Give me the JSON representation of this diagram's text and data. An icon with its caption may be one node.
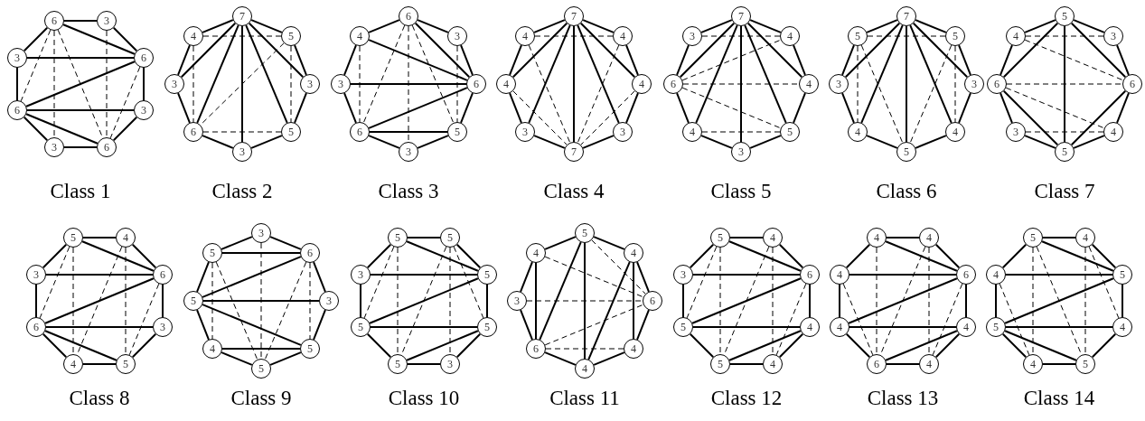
{
  "diagram": {
    "nodes": [
      {
        "text": [
          "6"
        ]
      },
      {
        "text": [
          "3"
        ]
      },
      {
        "text": [
          "6"
        ]
      },
      {
        "text": [
          "3"
        ]
      },
      {
        "text": [
          "6"
        ]
      },
      {
        "text": [
          "3"
        ]
      },
      {
        "text": [
          "6"
        ]
      },
      {
        "text": [
          "3"
        ]
      },
      {
        "text": [
          "7"
        ]
      },
      {
        "text": [
          "5"
        ]
      },
      {
        "text": [
          "3"
        ]
      },
      {
        "text": [
          "5"
        ]
      },
      {
        "text": [
          "3"
        ]
      },
      {
        "text": [
          "6"
        ]
      },
      {
        "text": [
          "3"
        ]
      },
      {
        "text": [
          "4"
        ]
      },
      {
        "text": [
          "6"
        ]
      },
      {
        "text": [
          "3"
        ]
      },
      {
        "text": [
          "6"
        ]
      },
      {
        "text": [
          "5"
        ]
      },
      {
        "text": [
          "3"
        ]
      },
      {
        "text": [
          "6"
        ]
      },
      {
        "text": [
          "3"
        ]
      },
      {
        "text": [
          "4"
        ]
      },
      {
        "text": [
          "7"
        ]
      },
      {
        "text": [
          "4"
        ]
      },
      {
        "text": [
          "4"
        ]
      },
      {
        "text": [
          "3"
        ]
      },
      {
        "text": [
          "7"
        ]
      },
      {
        "text": [
          "3"
        ]
      },
      {
        "text": [
          "4"
        ]
      },
      {
        "text": [
          "4"
        ]
      },
      {
        "text": [
          "7"
        ]
      },
      {
        "text": [
          "4"
        ]
      },
      {
        "text": [
          "4"
        ]
      },
      {
        "text": [
          "5"
        ]
      },
      {
        "text": [
          "3"
        ]
      },
      {
        "text": [
          "4"
        ]
      },
      {
        "text": [
          "6"
        ]
      },
      {
        "text": [
          "3"
        ]
      },
      {
        "text": [
          "7"
        ]
      },
      {
        "text": [
          "5"
        ]
      },
      {
        "text": [
          "3"
        ]
      },
      {
        "text": [
          "4"
        ]
      },
      {
        "text": [
          "5"
        ]
      },
      {
        "text": [
          "4"
        ]
      },
      {
        "text": [
          "3"
        ]
      },
      {
        "text": [
          "5"
        ]
      },
      {
        "text": [
          "5"
        ]
      },
      {
        "text": [
          "3"
        ]
      },
      {
        "text": [
          "6"
        ]
      },
      {
        "text": [
          "4"
        ]
      },
      {
        "text": [
          "5"
        ]
      },
      {
        "text": [
          "3"
        ]
      },
      {
        "text": [
          "6"
        ]
      },
      {
        "text": [
          "4"
        ]
      },
      {
        "text": [
          "5"
        ]
      },
      {
        "text": [
          "4"
        ]
      },
      {
        "text": [
          "6"
        ]
      },
      {
        "text": [
          "3"
        ]
      },
      {
        "text": [
          "5"
        ]
      },
      {
        "text": [
          "4"
        ]
      },
      {
        "text": [
          "6"
        ]
      },
      {
        "text": [
          "3"
        ]
      },
      {
        "text": [
          "3"
        ]
      },
      {
        "text": [
          "6"
        ]
      },
      {
        "text": [
          "3"
        ]
      },
      {
        "text": [
          "5"
        ]
      },
      {
        "text": [
          "5"
        ]
      },
      {
        "text": [
          "4"
        ]
      },
      {
        "text": [
          "5"
        ]
      },
      {
        "text": [
          "5"
        ]
      },
      {
        "text": [
          "5"
        ]
      },
      {
        "text": [
          "5"
        ]
      },
      {
        "text": [
          "5"
        ]
      },
      {
        "text": [
          "5"
        ]
      },
      {
        "text": [
          "3"
        ]
      },
      {
        "text": [
          "5"
        ]
      },
      {
        "text": [
          "5"
        ]
      },
      {
        "text": [
          "3"
        ]
      },
      {
        "text": [
          "5"
        ]
      },
      {
        "text": [
          "4"
        ]
      },
      {
        "text": [
          "6"
        ]
      },
      {
        "text": [
          "4"
        ]
      },
      {
        "text": [
          "4"
        ]
      },
      {
        "text": [
          "6"
        ]
      },
      {
        "text": [
          "3"
        ]
      },
      {
        "text": [
          "4"
        ]
      },
      {
        "text": [
          "5"
        ]
      },
      {
        "text": [
          "4"
        ]
      },
      {
        "text": [
          "6"
        ]
      },
      {
        "text": [
          "4"
        ]
      },
      {
        "text": [
          "4"
        ]
      },
      {
        "text": [
          "5"
        ]
      },
      {
        "text": [
          "5"
        ]
      },
      {
        "text": [
          "3"
        ]
      },
      {
        "text": [
          "4"
        ]
      },
      {
        "text": [
          "4"
        ]
      },
      {
        "text": [
          "6"
        ]
      },
      {
        "text": [
          "4"
        ]
      },
      {
        "text": [
          "4"
        ]
      },
      {
        "text": [
          "6"
        ]
      },
      {
        "text": [
          "4"
        ]
      },
      {
        "text": [
          "4"
        ]
      },
      {
        "text": [
          "5"
        ]
      },
      {
        "text": [
          "4"
        ]
      },
      {
        "text": [
          "5"
        ]
      },
      {
        "text": [
          "4"
        ]
      },
      {
        "text": [
          "5"
        ]
      },
      {
        "text": [
          "4"
        ]
      },
      {
        "text": [
          "5"
        ]
      },
      {
        "text": [
          "4"
        ]
      }
    ],
    "edges": [
      {
        "from": 0,
        "to": 1,
        "arrow": "none"
      },
      {
        "from": 1,
        "to": 2,
        "arrow": "none"
      },
      {
        "from": 2,
        "to": 3,
        "arrow": "none"
      },
      {
        "from": 3,
        "to": 4,
        "arrow": "none"
      },
      {
        "from": 4,
        "to": 5,
        "arrow": "none"
      },
      {
        "from": 5,
        "to": 6,
        "arrow": "none"
      },
      {
        "from": 6,
        "to": 7,
        "arrow": "none"
      },
      {
        "from": 7,
        "to": 0,
        "arrow": "none"
      },
      {
        "from": 0,
        "to": 2,
        "arrow": "none"
      },
      {
        "from": 7,
        "to": 2,
        "arrow": "none"
      },
      {
        "from": 6,
        "to": 2,
        "arrow": "none"
      },
      {
        "from": 6,
        "to": 3,
        "arrow": "none"
      },
      {
        "from": 6,
        "to": 4,
        "arrow": "none"
      },
      {
        "from": 0,
        "to": 6,
        "arrow": "none",
        "style": "dashed"
      },
      {
        "from": 0,
        "to": 5,
        "arrow": "none",
        "style": "dashed"
      },
      {
        "from": 0,
        "to": 4,
        "arrow": "none",
        "style": "dashed"
      },
      {
        "from": 1,
        "to": 4,
        "arrow": "none",
        "style": "dashed"
      },
      {
        "from": 2,
        "to": 4,
        "arrow": "none",
        "style": "dashed"
      },
      {
        "from": 8,
        "to": 9,
        "arrow": "none"
      },
      {
        "from": 9,
        "to": 10,
        "arrow": "none"
      },
      {
        "from": 10,
        "to": 11,
        "arrow": "none"
      },
      {
        "from": 11,
        "to": 12,
        "arrow": "none"
      },
      {
        "from": 12,
        "to": 13,
        "arrow": "none"
      },
      {
        "from": 13,
        "to": 14,
        "arrow": "none"
      },
      {
        "from": 14,
        "to": 15,
        "arrow": "none"
      },
      {
        "from": 15,
        "to": 8,
        "arrow": "none"
      },
      {
        "from": 8,
        "to": 10,
        "arrow": "none"
      },
      {
        "from": 8,
        "to": 11,
        "arrow": "none"
      },
      {
        "from": 8,
        "to": 12,
        "arrow": "none"
      },
      {
        "from": 8,
        "to": 13,
        "arrow": "none"
      },
      {
        "from": 8,
        "to": 14,
        "arrow": "none"
      },
      {
        "from": 15,
        "to": 9,
        "arrow": "none",
        "style": "dashed"
      },
      {
        "from": 15,
        "to": 13,
        "arrow": "none",
        "style": "dashed"
      },
      {
        "from": 9,
        "to": 11,
        "arrow": "none",
        "style": "dashed"
      },
      {
        "from": 9,
        "to": 13,
        "arrow": "none",
        "style": "dashed"
      },
      {
        "from": 13,
        "to": 11,
        "arrow": "none",
        "style": "dashed"
      },
      {
        "from": 16,
        "to": 17,
        "arrow": "none"
      },
      {
        "from": 17,
        "to": 18,
        "arrow": "none"
      },
      {
        "from": 18,
        "to": 19,
        "arrow": "none"
      },
      {
        "from": 19,
        "to": 20,
        "arrow": "none"
      },
      {
        "from": 20,
        "to": 21,
        "arrow": "none"
      },
      {
        "from": 21,
        "to": 22,
        "arrow": "none"
      },
      {
        "from": 22,
        "to": 23,
        "arrow": "none"
      },
      {
        "from": 23,
        "to": 16,
        "arrow": "none"
      },
      {
        "from": 16,
        "to": 18,
        "arrow": "none"
      },
      {
        "from": 23,
        "to": 18,
        "arrow": "none"
      },
      {
        "from": 22,
        "to": 18,
        "arrow": "none"
      },
      {
        "from": 21,
        "to": 18,
        "arrow": "none"
      },
      {
        "from": 21,
        "to": 19,
        "arrow": "none"
      },
      {
        "from": 23,
        "to": 21,
        "arrow": "none",
        "style": "dashed"
      },
      {
        "from": 16,
        "to": 21,
        "arrow": "none",
        "style": "dashed"
      },
      {
        "from": 16,
        "to": 20,
        "arrow": "none",
        "style": "dashed"
      },
      {
        "from": 16,
        "to": 19,
        "arrow": "none",
        "style": "dashed"
      },
      {
        "from": 17,
        "to": 19,
        "arrow": "none",
        "style": "dashed"
      },
      {
        "from": 24,
        "to": 25,
        "arrow": "none"
      },
      {
        "from": 25,
        "to": 26,
        "arrow": "none"
      },
      {
        "from": 26,
        "to": 27,
        "arrow": "none"
      },
      {
        "from": 27,
        "to": 28,
        "arrow": "none"
      },
      {
        "from": 28,
        "to": 29,
        "arrow": "none"
      },
      {
        "from": 29,
        "to": 30,
        "arrow": "none"
      },
      {
        "from": 30,
        "to": 31,
        "arrow": "none"
      },
      {
        "from": 31,
        "to": 24,
        "arrow": "none"
      },
      {
        "from": 24,
        "to": 30,
        "arrow": "none"
      },
      {
        "from": 24,
        "to": 29,
        "arrow": "none"
      },
      {
        "from": 24,
        "to": 28,
        "arrow": "none"
      },
      {
        "from": 24,
        "to": 27,
        "arrow": "none"
      },
      {
        "from": 24,
        "to": 26,
        "arrow": "none"
      },
      {
        "from": 31,
        "to": 25,
        "arrow": "none",
        "style": "dashed"
      },
      {
        "from": 31,
        "to": 28,
        "arrow": "none",
        "style": "dashed"
      },
      {
        "from": 30,
        "to": 28,
        "arrow": "none",
        "style": "dashed"
      },
      {
        "from": 25,
        "to": 28,
        "arrow": "none",
        "style": "dashed"
      },
      {
        "from": 26,
        "to": 28,
        "arrow": "none",
        "style": "dashed"
      },
      {
        "from": 32,
        "to": 33,
        "arrow": "none"
      },
      {
        "from": 33,
        "to": 34,
        "arrow": "none"
      },
      {
        "from": 34,
        "to": 35,
        "arrow": "none"
      },
      {
        "from": 35,
        "to": 36,
        "arrow": "none"
      },
      {
        "from": 36,
        "to": 37,
        "arrow": "none"
      },
      {
        "from": 37,
        "to": 38,
        "arrow": "none"
      },
      {
        "from": 38,
        "to": 39,
        "arrow": "none"
      },
      {
        "from": 39,
        "to": 32,
        "arrow": "none"
      },
      {
        "from": 32,
        "to": 38,
        "arrow": "none"
      },
      {
        "from": 32,
        "to": 37,
        "arrow": "none"
      },
      {
        "from": 32,
        "to": 36,
        "arrow": "none"
      },
      {
        "from": 32,
        "to": 35,
        "arrow": "none"
      },
      {
        "from": 32,
        "to": 34,
        "arrow": "none"
      },
      {
        "from": 39,
        "to": 33,
        "arrow": "none",
        "style": "dashed"
      },
      {
        "from": 38,
        "to": 33,
        "arrow": "none",
        "style": "dashed"
      },
      {
        "from": 38,
        "to": 34,
        "arrow": "none",
        "style": "dashed"
      },
      {
        "from": 38,
        "to": 35,
        "arrow": "none",
        "style": "dashed"
      },
      {
        "from": 37,
        "to": 35,
        "arrow": "none",
        "style": "dashed"
      },
      {
        "from": 40,
        "to": 41,
        "arrow": "none"
      },
      {
        "from": 41,
        "to": 42,
        "arrow": "none"
      },
      {
        "from": 42,
        "to": 43,
        "arrow": "none"
      },
      {
        "from": 43,
        "to": 44,
        "arrow": "none"
      },
      {
        "from": 44,
        "to": 45,
        "arrow": "none"
      },
      {
        "from": 45,
        "to": 46,
        "arrow": "none"
      },
      {
        "from": 46,
        "to": 47,
        "arrow": "none"
      },
      {
        "from": 47,
        "to": 40,
        "arrow": "none"
      },
      {
        "from": 40,
        "to": 46,
        "arrow": "none"
      },
      {
        "from": 40,
        "to": 45,
        "arrow": "none"
      },
      {
        "from": 40,
        "to": 44,
        "arrow": "none"
      },
      {
        "from": 40,
        "to": 43,
        "arrow": "none"
      },
      {
        "from": 40,
        "to": 42,
        "arrow": "none"
      },
      {
        "from": 47,
        "to": 41,
        "arrow": "none",
        "style": "dashed"
      },
      {
        "from": 47,
        "to": 45,
        "arrow": "none",
        "style": "dashed"
      },
      {
        "from": 47,
        "to": 44,
        "arrow": "none",
        "style": "dashed"
      },
      {
        "from": 41,
        "to": 44,
        "arrow": "none",
        "style": "dashed"
      },
      {
        "from": 41,
        "to": 43,
        "arrow": "none",
        "style": "dashed"
      },
      {
        "from": 48,
        "to": 49,
        "arrow": "none"
      },
      {
        "from": 49,
        "to": 50,
        "arrow": "none"
      },
      {
        "from": 50,
        "to": 51,
        "arrow": "none"
      },
      {
        "from": 51,
        "to": 52,
        "arrow": "none"
      },
      {
        "from": 52,
        "to": 53,
        "arrow": "none"
      },
      {
        "from": 53,
        "to": 54,
        "arrow": "none"
      },
      {
        "from": 54,
        "to": 55,
        "arrow": "none"
      },
      {
        "from": 55,
        "to": 48,
        "arrow": "none"
      },
      {
        "from": 48,
        "to": 54,
        "arrow": "none"
      },
      {
        "from": 48,
        "to": 52,
        "arrow": "none"
      },
      {
        "from": 54,
        "to": 52,
        "arrow": "none"
      },
      {
        "from": 50,
        "to": 52,
        "arrow": "none"
      },
      {
        "from": 48,
        "to": 50,
        "arrow": "none"
      },
      {
        "from": 55,
        "to": 49,
        "arrow": "none",
        "style": "dashed"
      },
      {
        "from": 55,
        "to": 50,
        "arrow": "none",
        "style": "dashed"
      },
      {
        "from": 54,
        "to": 50,
        "arrow": "none",
        "style": "dashed"
      },
      {
        "from": 54,
        "to": 51,
        "arrow": "none",
        "style": "dashed"
      },
      {
        "from": 53,
        "to": 51,
        "arrow": "none",
        "style": "dashed"
      },
      {
        "from": 56,
        "to": 57,
        "arrow": "none"
      },
      {
        "from": 57,
        "to": 58,
        "arrow": "none"
      },
      {
        "from": 58,
        "to": 59,
        "arrow": "none"
      },
      {
        "from": 59,
        "to": 60,
        "arrow": "none"
      },
      {
        "from": 60,
        "to": 61,
        "arrow": "none"
      },
      {
        "from": 61,
        "to": 62,
        "arrow": "none"
      },
      {
        "from": 62,
        "to": 63,
        "arrow": "none"
      },
      {
        "from": 63,
        "to": 56,
        "arrow": "none"
      },
      {
        "from": 56,
        "to": 58,
        "arrow": "none"
      },
      {
        "from": 63,
        "to": 58,
        "arrow": "none"
      },
      {
        "from": 62,
        "to": 58,
        "arrow": "none"
      },
      {
        "from": 62,
        "to": 59,
        "arrow": "none"
      },
      {
        "from": 62,
        "to": 60,
        "arrow": "none"
      },
      {
        "from": 56,
        "to": 62,
        "arrow": "none",
        "style": "dashed"
      },
      {
        "from": 56,
        "to": 61,
        "arrow": "none",
        "style": "dashed"
      },
      {
        "from": 57,
        "to": 61,
        "arrow": "none",
        "style": "dashed"
      },
      {
        "from": 57,
        "to": 60,
        "arrow": "none",
        "style": "dashed"
      },
      {
        "from": 58,
        "to": 60,
        "arrow": "none",
        "style": "dashed"
      },
      {
        "from": 64,
        "to": 65,
        "arrow": "none"
      },
      {
        "from": 65,
        "to": 66,
        "arrow": "none"
      },
      {
        "from": 66,
        "to": 67,
        "arrow": "none"
      },
      {
        "from": 67,
        "to": 68,
        "arrow": "none"
      },
      {
        "from": 68,
        "to": 69,
        "arrow": "none"
      },
      {
        "from": 69,
        "to": 70,
        "arrow": "none"
      },
      {
        "from": 70,
        "to": 71,
        "arrow": "none"
      },
      {
        "from": 71,
        "to": 64,
        "arrow": "none"
      },
      {
        "from": 71,
        "to": 65,
        "arrow": "none"
      },
      {
        "from": 70,
        "to": 65,
        "arrow": "none"
      },
      {
        "from": 70,
        "to": 66,
        "arrow": "none"
      },
      {
        "from": 70,
        "to": 67,
        "arrow": "none"
      },
      {
        "from": 69,
        "to": 67,
        "arrow": "none"
      },
      {
        "from": 64,
        "to": 68,
        "arrow": "none",
        "style": "dashed"
      },
      {
        "from": 71,
        "to": 69,
        "arrow": "none",
        "style": "dashed"
      },
      {
        "from": 71,
        "to": 68,
        "arrow": "none",
        "style": "dashed"
      },
      {
        "from": 65,
        "to": 68,
        "arrow": "none",
        "style": "dashed"
      },
      {
        "from": 65,
        "to": 67,
        "arrow": "none",
        "style": "dashed"
      },
      {
        "from": 72,
        "to": 73,
        "arrow": "none"
      },
      {
        "from": 73,
        "to": 74,
        "arrow": "none"
      },
      {
        "from": 74,
        "to": 75,
        "arrow": "none"
      },
      {
        "from": 75,
        "to": 76,
        "arrow": "none"
      },
      {
        "from": 76,
        "to": 77,
        "arrow": "none"
      },
      {
        "from": 77,
        "to": 78,
        "arrow": "none"
      },
      {
        "from": 78,
        "to": 79,
        "arrow": "none"
      },
      {
        "from": 79,
        "to": 72,
        "arrow": "none"
      },
      {
        "from": 72,
        "to": 74,
        "arrow": "none"
      },
      {
        "from": 79,
        "to": 74,
        "arrow": "none"
      },
      {
        "from": 78,
        "to": 74,
        "arrow": "none"
      },
      {
        "from": 78,
        "to": 75,
        "arrow": "none"
      },
      {
        "from": 77,
        "to": 75,
        "arrow": "none"
      },
      {
        "from": 72,
        "to": 78,
        "arrow": "none",
        "style": "dashed"
      },
      {
        "from": 72,
        "to": 77,
        "arrow": "none",
        "style": "dashed"
      },
      {
        "from": 73,
        "to": 77,
        "arrow": "none",
        "style": "dashed"
      },
      {
        "from": 73,
        "to": 76,
        "arrow": "none",
        "style": "dashed"
      },
      {
        "from": 73,
        "to": 75,
        "arrow": "none",
        "style": "dashed"
      },
      {
        "from": 80,
        "to": 81,
        "arrow": "none"
      },
      {
        "from": 81,
        "to": 82,
        "arrow": "none"
      },
      {
        "from": 82,
        "to": 83,
        "arrow": "none"
      },
      {
        "from": 83,
        "to": 84,
        "arrow": "none"
      },
      {
        "from": 84,
        "to": 85,
        "arrow": "none"
      },
      {
        "from": 85,
        "to": 86,
        "arrow": "none"
      },
      {
        "from": 86,
        "to": 87,
        "arrow": "none"
      },
      {
        "from": 87,
        "to": 80,
        "arrow": "none"
      },
      {
        "from": 87,
        "to": 85,
        "arrow": "none"
      },
      {
        "from": 80,
        "to": 85,
        "arrow": "none"
      },
      {
        "from": 80,
        "to": 84,
        "arrow": "none"
      },
      {
        "from": 81,
        "to": 84,
        "arrow": "none"
      },
      {
        "from": 81,
        "to": 83,
        "arrow": "none"
      },
      {
        "from": 80,
        "to": 82,
        "arrow": "none",
        "style": "dashed"
      },
      {
        "from": 87,
        "to": 82,
        "arrow": "none",
        "style": "dashed"
      },
      {
        "from": 86,
        "to": 82,
        "arrow": "none",
        "style": "dashed"
      },
      {
        "from": 85,
        "to": 82,
        "arrow": "none",
        "style": "dashed"
      },
      {
        "from": 85,
        "to": 83,
        "arrow": "none",
        "style": "dashed"
      },
      {
        "from": 88,
        "to": 89,
        "arrow": "none"
      },
      {
        "from": 89,
        "to": 90,
        "arrow": "none"
      },
      {
        "from": 90,
        "to": 91,
        "arrow": "none"
      },
      {
        "from": 91,
        "to": 92,
        "arrow": "none"
      },
      {
        "from": 92,
        "to": 93,
        "arrow": "none"
      },
      {
        "from": 93,
        "to": 94,
        "arrow": "none"
      },
      {
        "from": 94,
        "to": 95,
        "arrow": "none"
      },
      {
        "from": 95,
        "to": 88,
        "arrow": "none"
      },
      {
        "from": 88,
        "to": 90,
        "arrow": "none"
      },
      {
        "from": 95,
        "to": 90,
        "arrow": "none"
      },
      {
        "from": 94,
        "to": 90,
        "arrow": "none"
      },
      {
        "from": 94,
        "to": 91,
        "arrow": "none"
      },
      {
        "from": 93,
        "to": 91,
        "arrow": "none"
      },
      {
        "from": 88,
        "to": 94,
        "arrow": "none",
        "style": "dashed"
      },
      {
        "from": 88,
        "to": 93,
        "arrow": "none",
        "style": "dashed"
      },
      {
        "from": 89,
        "to": 93,
        "arrow": "none",
        "style": "dashed"
      },
      {
        "from": 89,
        "to": 92,
        "arrow": "none",
        "style": "dashed"
      },
      {
        "from": 90,
        "to": 92,
        "arrow": "none",
        "style": "dashed"
      },
      {
        "from": 96,
        "to": 97,
        "arrow": "none"
      },
      {
        "from": 97,
        "to": 98,
        "arrow": "none"
      },
      {
        "from": 98,
        "to": 99,
        "arrow": "none"
      },
      {
        "from": 99,
        "to": 100,
        "arrow": "none"
      },
      {
        "from": 100,
        "to": 101,
        "arrow": "none"
      },
      {
        "from": 101,
        "to": 102,
        "arrow": "none"
      },
      {
        "from": 102,
        "to": 103,
        "arrow": "none"
      },
      {
        "from": 103,
        "to": 96,
        "arrow": "none"
      },
      {
        "from": 96,
        "to": 98,
        "arrow": "none"
      },
      {
        "from": 103,
        "to": 98,
        "arrow": "none"
      },
      {
        "from": 102,
        "to": 98,
        "arrow": "none"
      },
      {
        "from": 102,
        "to": 99,
        "arrow": "none"
      },
      {
        "from": 101,
        "to": 99,
        "arrow": "none"
      },
      {
        "from": 96,
        "to": 101,
        "arrow": "none",
        "style": "dashed"
      },
      {
        "from": 103,
        "to": 101,
        "arrow": "none",
        "style": "dashed"
      },
      {
        "from": 97,
        "to": 101,
        "arrow": "none",
        "style": "dashed"
      },
      {
        "from": 97,
        "to": 100,
        "arrow": "none",
        "style": "dashed"
      },
      {
        "from": 98,
        "to": 100,
        "arrow": "none",
        "style": "dashed"
      },
      {
        "from": 104,
        "to": 105,
        "arrow": "none"
      },
      {
        "from": 105,
        "to": 106,
        "arrow": "none"
      },
      {
        "from": 106,
        "to": 107,
        "arrow": "none"
      },
      {
        "from": 107,
        "to": 108,
        "arrow": "none"
      },
      {
        "from": 108,
        "to": 109,
        "arrow": "none"
      },
      {
        "from": 109,
        "to": 110,
        "arrow": "none"
      },
      {
        "from": 110,
        "to": 111,
        "arrow": "none"
      },
      {
        "from": 111,
        "to": 104,
        "arrow": "none"
      },
      {
        "from": 104,
        "to": 106,
        "arrow": "none"
      },
      {
        "from": 111,
        "to": 106,
        "arrow": "none"
      },
      {
        "from": 110,
        "to": 106,
        "arrow": "none"
      },
      {
        "from": 110,
        "to": 107,
        "arrow": "none"
      },
      {
        "from": 110,
        "to": 108,
        "arrow": "none"
      },
      {
        "from": 104,
        "to": 109,
        "arrow": "none",
        "style": "dashed"
      },
      {
        "from": 104,
        "to": 108,
        "arrow": "none",
        "style": "dashed"
      },
      {
        "from": 111,
        "to": 109,
        "arrow": "none",
        "style": "dashed"
      },
      {
        "from": 105,
        "to": 108,
        "arrow": "none",
        "style": "dashed"
      },
      {
        "from": 105,
        "to": 107,
        "arrow": "none",
        "style": "dashed"
      }
    ],
    "labels": [
      "Class 1",
      "Class 2",
      "Class 3",
      "Class 4",
      "Class 5",
      "Class 6",
      "Class 7",
      "Class 8",
      "Class 9",
      "Class 10",
      "Class 11",
      "Class 12",
      "Class 13",
      "Class 14"
    ]
  }
}
